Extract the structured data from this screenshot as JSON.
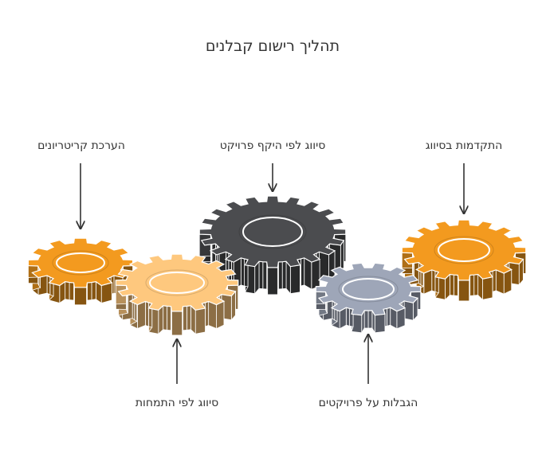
{
  "title": "תהליך רישום קבלנים",
  "labels": {
    "criteria": "הערכת קריטריונים",
    "project_scope": "סיווג לפי היקף פרויקט",
    "classification_progress": "התקדמות בסיווג",
    "specialization": "סיווג לפי התמחות",
    "project_limits": "הגבלות על פרויקטים"
  },
  "colors": {
    "orange": "#F39A1F",
    "light_orange": "#FEC87E",
    "dark_gray": "#4B4C4F",
    "blue_gray": "#9EA6B8",
    "text": "#333333"
  }
}
